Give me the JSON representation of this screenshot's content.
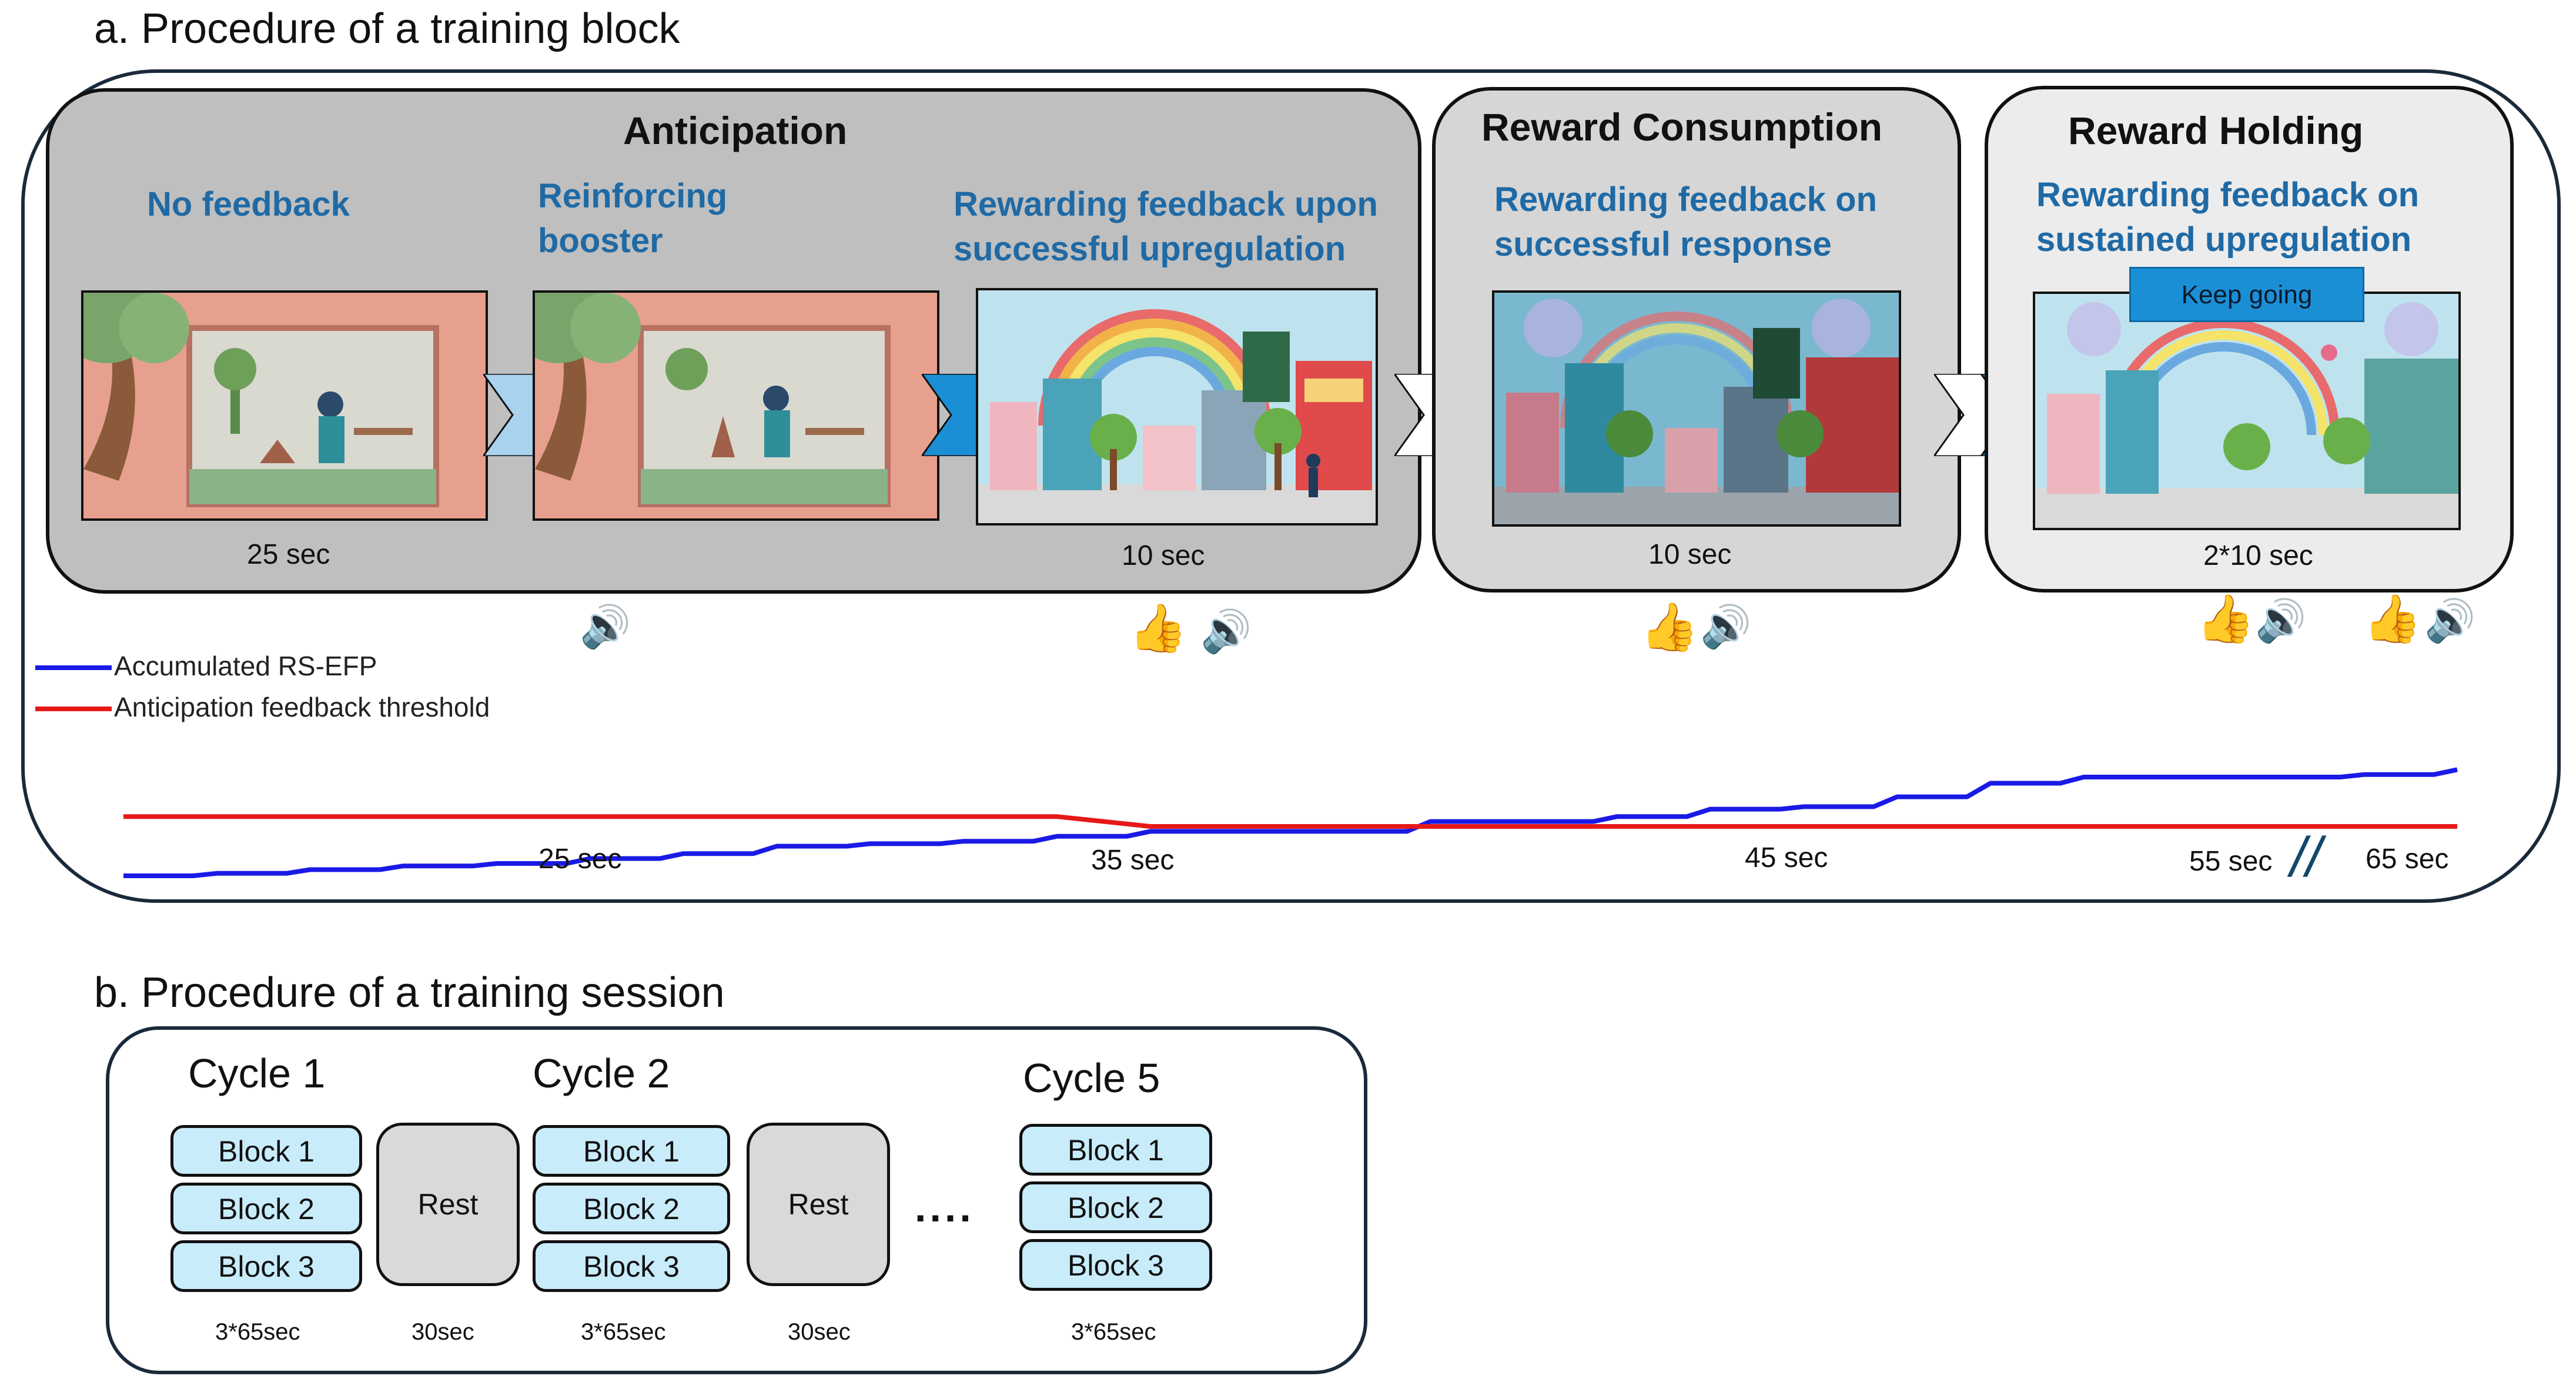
{
  "section_a": {
    "title": "a. Procedure of a training block",
    "phases": {
      "anticipation": {
        "title": "Anticipation",
        "stage1_label": "No feedback",
        "stage2_label": "Reinforcing booster",
        "stage3_label": "Rewarding feedback upon successful upregulation",
        "dur_left": "25 sec",
        "dur_right": "10 sec"
      },
      "consumption": {
        "title": "Reward Consumption",
        "label": "Rewarding feedback on successful response",
        "dur": "10 sec"
      },
      "holding": {
        "title": "Reward Holding",
        "label": "Rewarding feedback on sustained upregulation",
        "overlay": "Keep going",
        "dur": "2*10 sec"
      }
    },
    "legend": {
      "series1": "Accumulated RS-EFP",
      "series2": "Anticipation feedback threshold"
    },
    "timeline": {
      "t25": "25 sec",
      "t35": "35 sec",
      "t45": "45 sec",
      "t55": "55 sec",
      "t65": "65 sec",
      "break_mark": "//"
    },
    "icons": {
      "thumb": "👍",
      "speaker": "🔊"
    },
    "colors": {
      "accumulated_line": "#1a1ae6",
      "threshold_line": "#e61919",
      "label_blue": "#1f6aa5",
      "chevron_blue": "#1b8fd6",
      "anticipation_bg": "#bfbfbf",
      "consumption_bg": "#d6d6d6",
      "holding_bg": "#ececec"
    }
  },
  "chart_data": {
    "type": "line",
    "title": "",
    "xlabel": "",
    "ylabel": "",
    "x_ticks": [
      "25 sec",
      "35 sec",
      "45 sec",
      "55 sec",
      "65 sec"
    ],
    "x": [
      15,
      17,
      19,
      21,
      23,
      25,
      27,
      29,
      31,
      33,
      35,
      37,
      39,
      41,
      43,
      45,
      47,
      49,
      51,
      53,
      55,
      57,
      59,
      61,
      63,
      65
    ],
    "ylim": [
      0,
      100
    ],
    "series": [
      {
        "name": "Accumulated RS-EFP",
        "color": "#1a1ae6",
        "values": [
          0,
          2,
          5,
          8,
          10,
          14,
          18,
          24,
          26,
          28,
          32,
          36,
          36,
          36,
          44,
          44,
          48,
          54,
          56,
          64,
          75,
          80,
          80,
          80,
          82,
          86
        ]
      },
      {
        "name": "Anticipation feedback threshold",
        "color": "#e61919",
        "values": [
          48,
          48,
          48,
          48,
          48,
          48,
          48,
          48,
          48,
          48,
          48,
          40,
          40,
          40,
          40,
          40,
          40,
          40,
          40,
          40,
          40,
          40,
          40,
          40,
          40,
          40
        ]
      }
    ],
    "legend_position": "top-left",
    "axis_break": "between 55 sec and 65 sec"
  },
  "section_b": {
    "title": "b. Procedure of a training session",
    "cycle1": "Cycle 1",
    "cycle2": "Cycle 2",
    "cycle5": "Cycle 5",
    "block1": "Block 1",
    "block2": "Block 2",
    "block3": "Block 3",
    "rest": "Rest",
    "ellipsis": "....",
    "cycle_dur": "3*65sec",
    "rest_dur": "30sec"
  }
}
